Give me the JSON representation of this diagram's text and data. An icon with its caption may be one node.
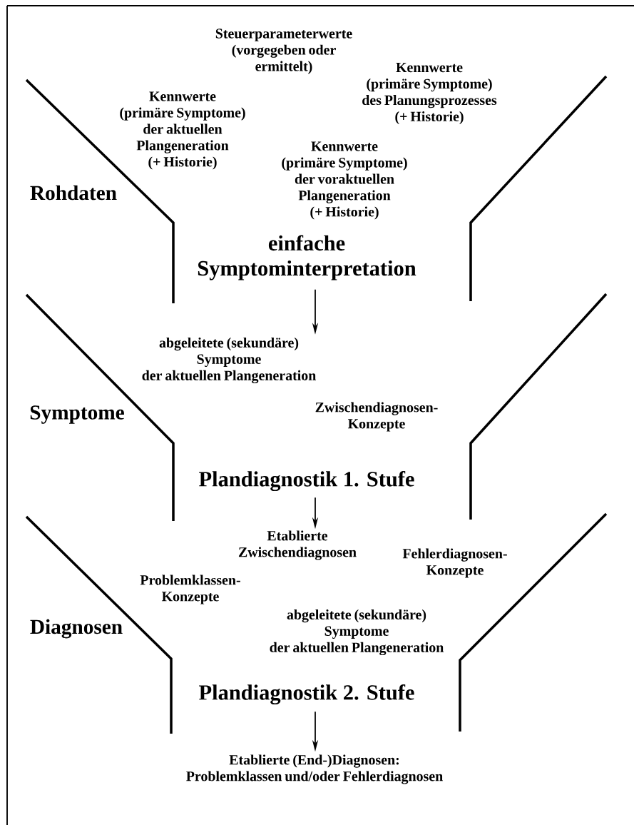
{
  "diagram": {
    "nodes": [
      {
        "text": [
          "einfache Symptominterpretation"
        ]
      },
      {
        "text": [
          "abgeleitete (sekundäre) Symptome der aktuellen Plangeneration"
        ]
      },
      {
        "text": [
          "Plandiagnostik 1. Stufe"
        ]
      },
      {
        "text": [
          "Etablierte Zwischendiagnosen"
        ]
      },
      {
        "text": [
          "Plandiagnostik 2. Stufe"
        ]
      },
      {
        "text": [
          "Etablierte (End-)Diagnosen: Problemklassen und/oder Fehlerdiagnosen"
        ]
      }
    ],
    "edges": [
      {
        "from": 0,
        "to": 1,
        "arrow": "to"
      },
      {
        "from": 2,
        "to": 3,
        "arrow": "to"
      },
      {
        "from": 4,
        "to": 5,
        "arrow": "to"
      }
    ],
    "labels": [
      "Steuerparameterwerte (vorgegeben oder ermittelt)",
      "Kennwerte (primäre Symptome) des Planungsprozesses (+ Historie)",
      "Kennwerte (primäre Symptome) der aktuellen Plangeneration (+ Historie)",
      "Kennwerte (primäre Symptome) der voraktuellen Plangeneration (+ Historie)",
      "Rohdaten",
      "Symptome",
      "Zwischendiagnosen- Konzepte",
      "Fehlerdiagnosen- Konzepte",
      "Problemklassen- Konzepte",
      "abgeleitete (sekundäre) Symptome der aktuellen Plangeneration",
      "Diagnosen"
    ]
  }
}
